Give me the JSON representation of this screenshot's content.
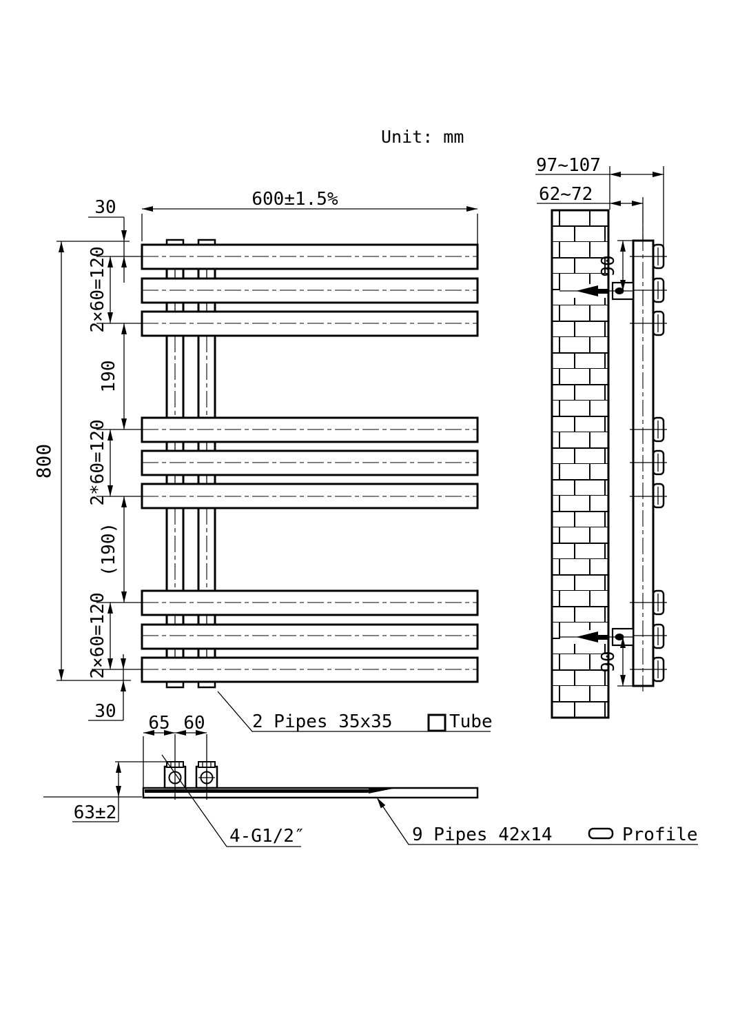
{
  "unit_label": "Unit: mm",
  "front_view": {
    "width_dim": "600±1.5%",
    "height_dim": "800",
    "top_offset_dim": "30",
    "bottom_offset_dim": "30",
    "spacing_dims": [
      "2×60=120",
      "190",
      "2*60=120",
      "(190)",
      "2×60=120"
    ]
  },
  "side_view": {
    "wall_to_pipe_dim": "97~107",
    "wall_to_profile_dim": "62~72",
    "top_bracket_dim": "90",
    "bottom_bracket_dim": "90"
  },
  "bottom_view": {
    "left_pitch_dim": "65",
    "pipe_pitch_dim": "60",
    "depth_dim": "63±2",
    "connection_label": "4-G1/2″"
  },
  "legend": {
    "vertical_pipes_label": "2 Pipes 35x35",
    "tube_symbol": "square-tube-icon",
    "tube_label": "Tube",
    "horizontal_pipes_label": "9 Pipes 42x14",
    "profile_symbol": "flat-profile-icon",
    "profile_label": "Profile"
  },
  "colors": {
    "line": "#000000",
    "background": "#ffffff"
  }
}
